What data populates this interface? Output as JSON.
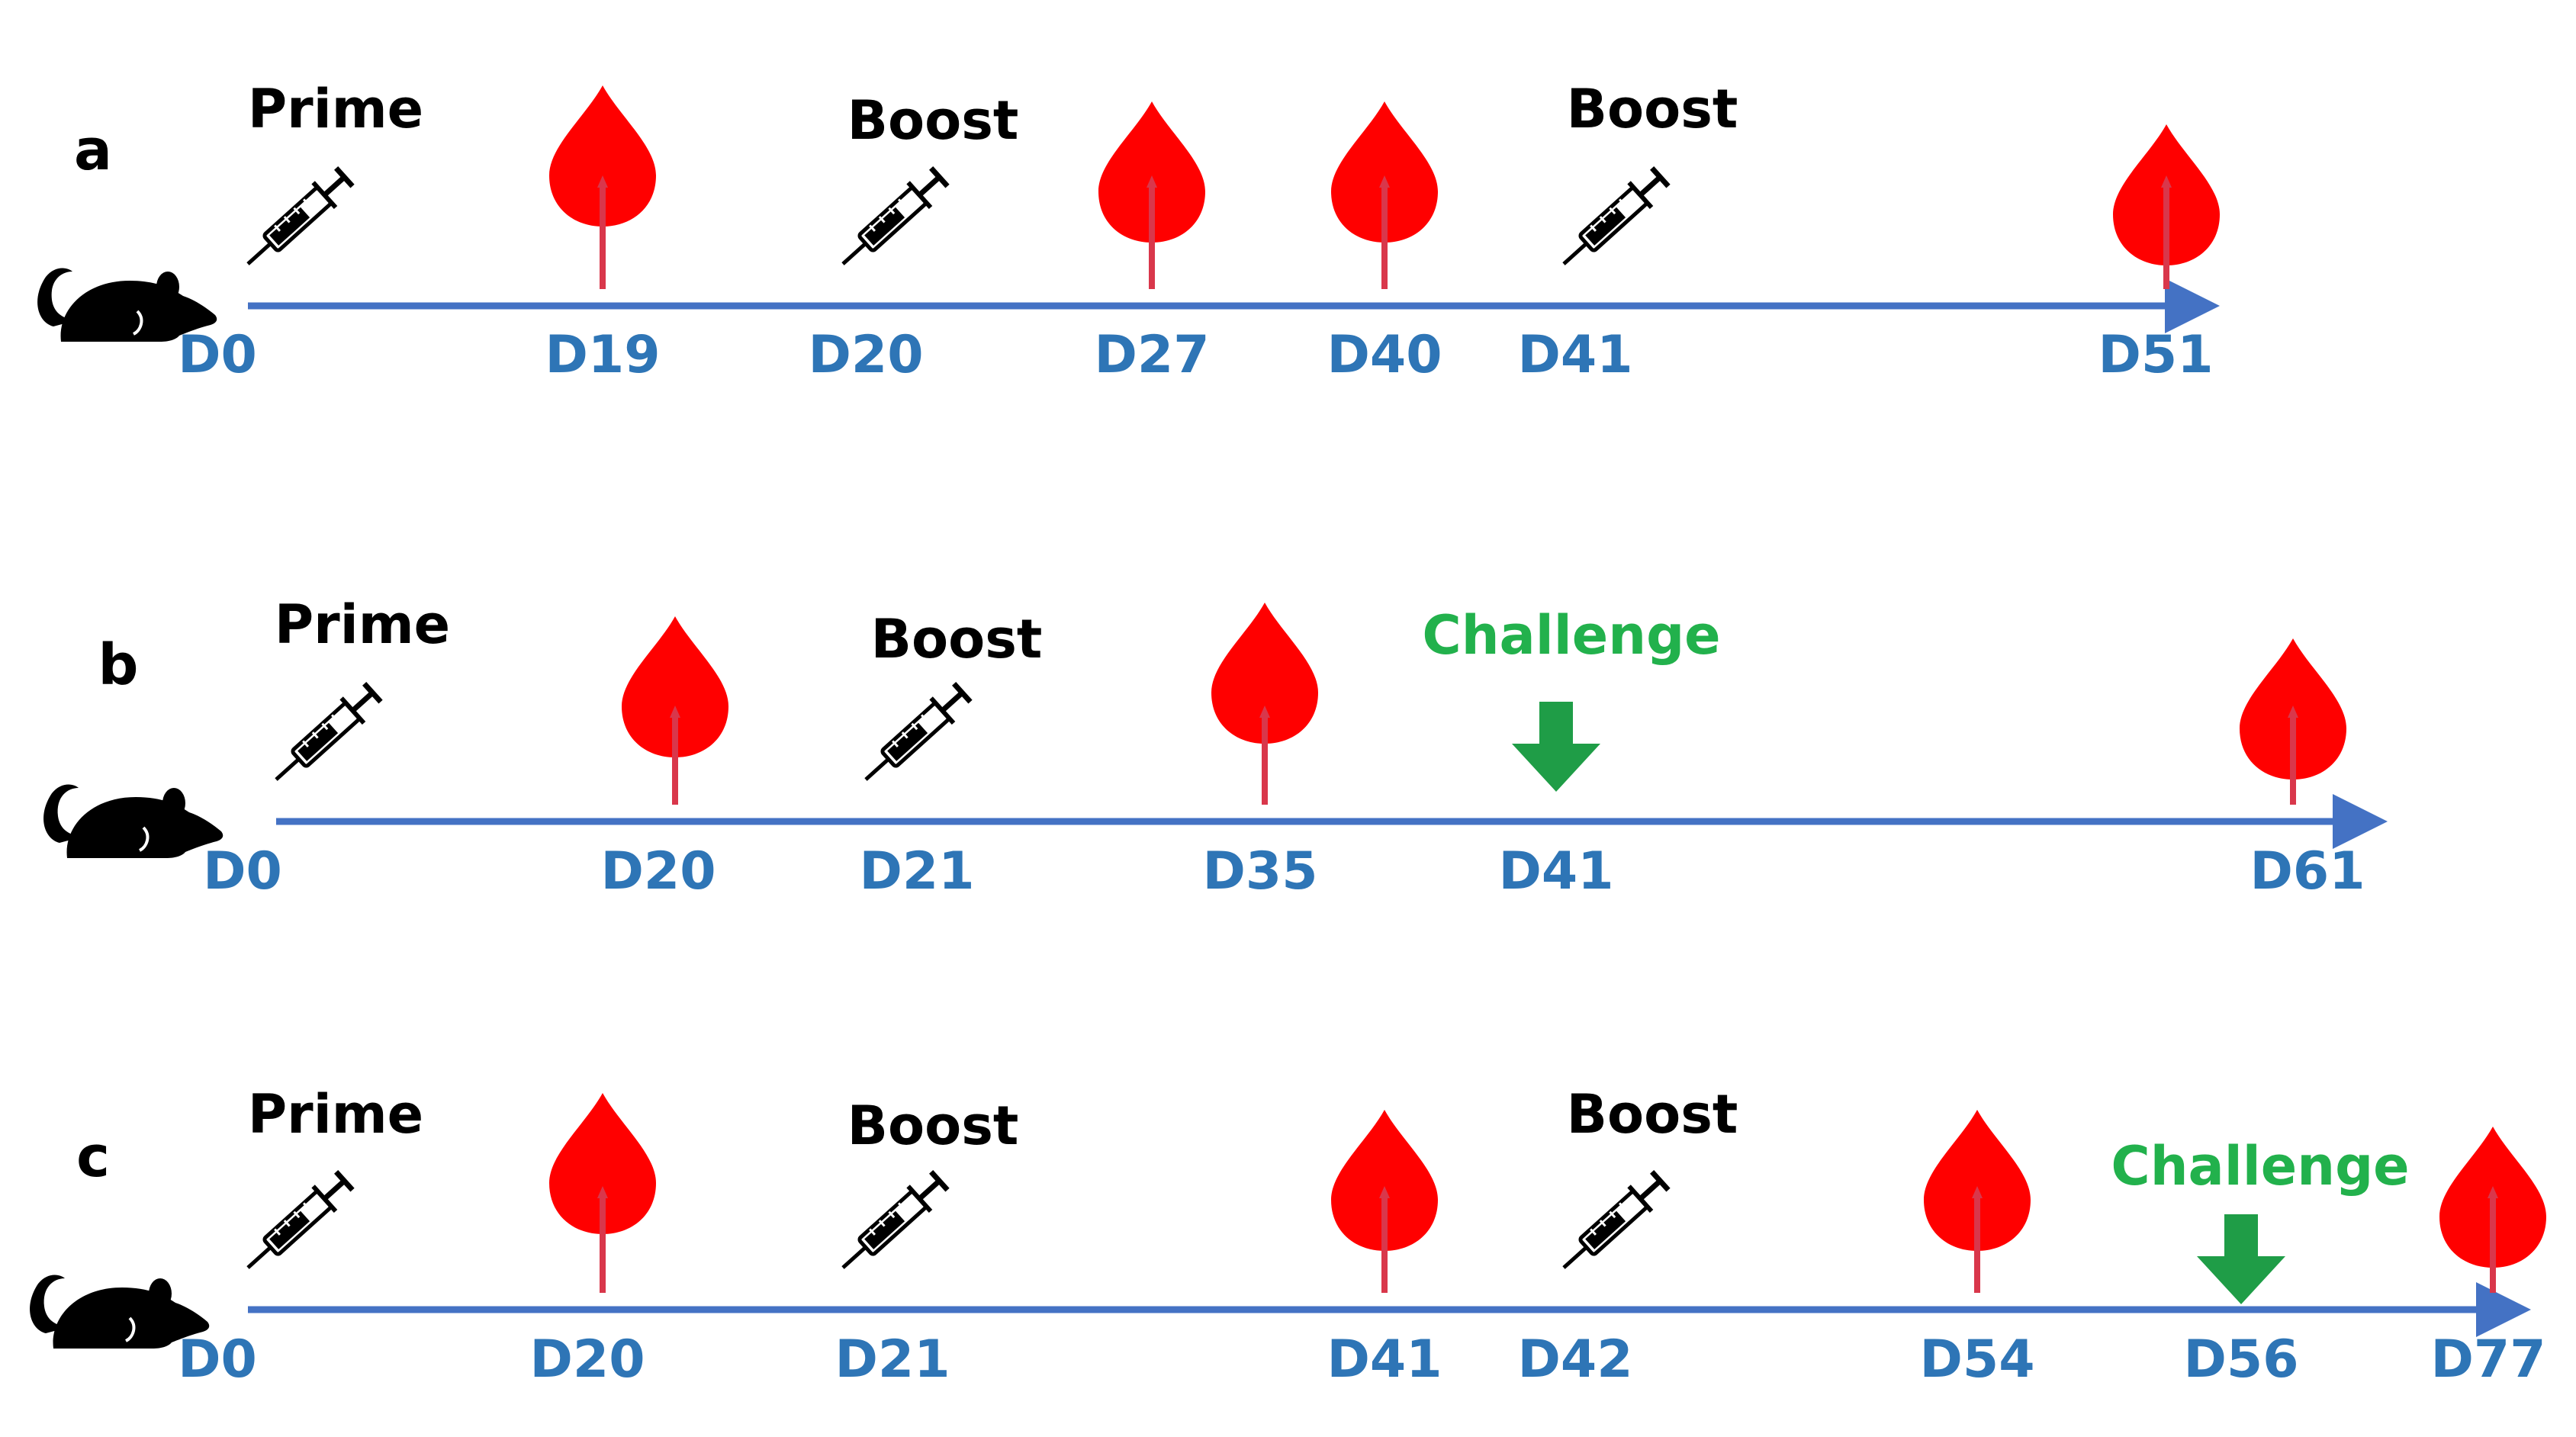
{
  "colors": {
    "timeline": "#4472c4",
    "day_label": "#2e75b6",
    "blood_drop": "#ff0000",
    "blood_arrow": "#d9374b",
    "challenge_text": "#22b14c",
    "challenge_arrow": "#1f9d47",
    "ink": "#000000"
  },
  "icons": {
    "mouse": "mouse-icon",
    "syringe": "syringe-icon",
    "blood_sample": "blood-drop-icon",
    "challenge": "down-arrow-icon"
  },
  "panels": [
    {
      "id": "a",
      "label": "a",
      "days": [
        "D0",
        "D19",
        "D20",
        "D27",
        "D40",
        "D41",
        "D51"
      ],
      "injections": [
        {
          "label": "Prime",
          "day": "D0"
        },
        {
          "label": "Boost",
          "day": "D20"
        },
        {
          "label": "Boost",
          "day": "D41"
        }
      ],
      "blood_samples": [
        "D19",
        "D27",
        "D40",
        "D51"
      ],
      "challenges": []
    },
    {
      "id": "b",
      "label": "b",
      "days": [
        "D0",
        "D20",
        "D21",
        "D35",
        "D41",
        "D61"
      ],
      "injections": [
        {
          "label": "Prime",
          "day": "D0"
        },
        {
          "label": "Boost",
          "day": "D21"
        }
      ],
      "blood_samples": [
        "D20",
        "D35",
        "D61"
      ],
      "challenges": [
        {
          "label": "Challenge",
          "day": "D41"
        }
      ]
    },
    {
      "id": "c",
      "label": "c",
      "days": [
        "D0",
        "D20",
        "D21",
        "D41",
        "D42",
        "D54",
        "D56",
        "D77"
      ],
      "injections": [
        {
          "label": "Prime",
          "day": "D0"
        },
        {
          "label": "Boost",
          "day": "D21"
        },
        {
          "label": "Boost",
          "day": "D42"
        }
      ],
      "blood_samples": [
        "D20",
        "D41",
        "D54",
        "D77"
      ],
      "challenges": [
        {
          "label": "Challenge",
          "day": "D56"
        }
      ]
    }
  ]
}
